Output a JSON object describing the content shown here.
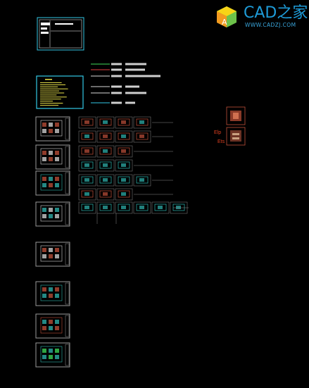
{
  "watermark": {
    "brand_text": "CAD之家",
    "url_text": "WWW.CADZJ.COM",
    "badge_letter": "A",
    "colors": {
      "brand": "#1e9bd7",
      "badge_green": "#6cc24a",
      "badge_orange": "#f39a1e",
      "badge_yellow": "#f7d417"
    }
  },
  "annotations": [
    {
      "id": "elev-1",
      "text": "Elp"
    },
    {
      "id": "elev-2",
      "text": "Ets"
    }
  ],
  "colors": {
    "background": "#000000",
    "frame_cyan": "#33c9e6",
    "frame_grey": "#9a9a9a",
    "text_yellow": "#e9e24a",
    "line_green": "#3fdc5a",
    "line_red": "#e04040",
    "line_white": "#d8d8d8",
    "plan_red": "#c0503a",
    "plan_teal": "#2fb7b0"
  }
}
